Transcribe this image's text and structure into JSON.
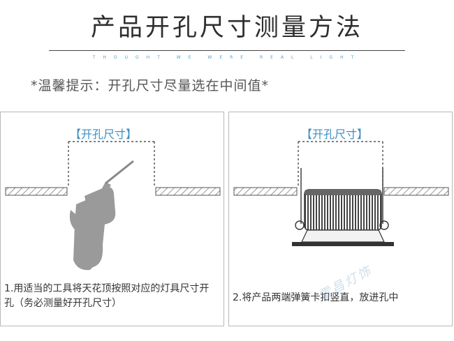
{
  "header": {
    "title": "产品开孔尺寸测量方法",
    "subtitle": "THOUGHT WE WERE REAL LIGHT"
  },
  "tip": "*温馨提示：开孔尺寸尽量选在中间值*",
  "panels": [
    {
      "size_label": "【开孔尺寸】",
      "step": "1.用适当的工具将天花顶按照对应的灯具尺寸开孔（务必测量好开孔尺寸）"
    },
    {
      "size_label": "【开孔尺寸】",
      "step": "2.将产品两端弹簧卡扣竖直，放进孔中"
    }
  ],
  "watermark": "雷昌灯饰",
  "colors": {
    "accent": "#3d8fc4",
    "drill": "#9a9a9a"
  }
}
